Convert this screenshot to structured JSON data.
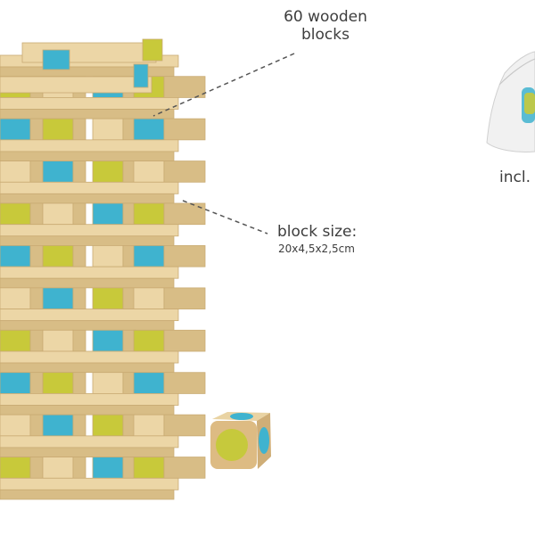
{
  "callouts": {
    "blocks_line1": "60 wooden",
    "blocks_line2": "blocks",
    "size_label": "block size:",
    "size_value": "20x4,5x2,5cm",
    "bag_label": "incl."
  },
  "colors": {
    "wood": "#ecd6a6",
    "wood_shade": "#d8bd86",
    "blue": "#3fb3cf",
    "lime": "#c8c93a",
    "dashed_line": "#555555",
    "text": "#3d3d3d",
    "background": "#ffffff"
  },
  "objects": {
    "tower": "wooden-block-tower",
    "die": "wooden-die",
    "bag": "drawstring-bag"
  }
}
